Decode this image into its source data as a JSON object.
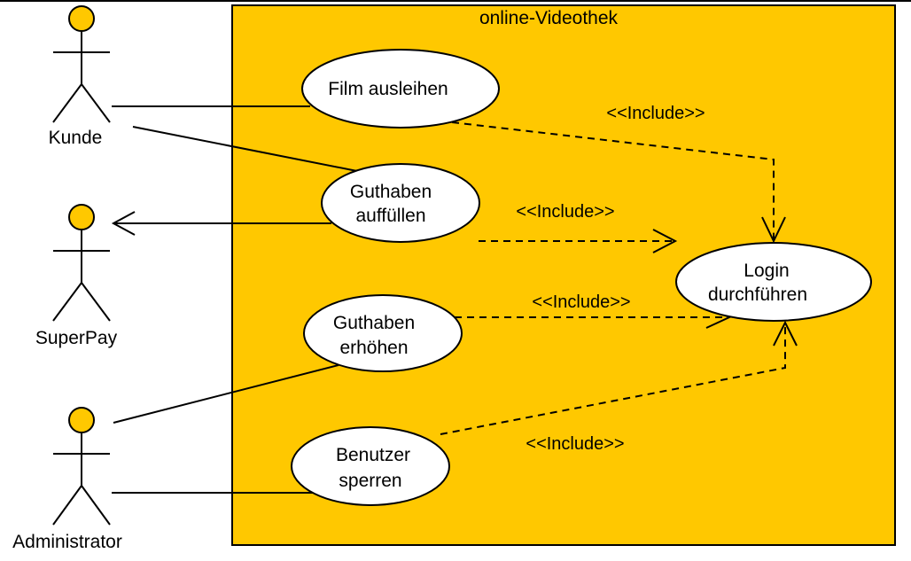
{
  "system": {
    "title": "online-Videothek"
  },
  "actors": {
    "kunde": "Kunde",
    "superpay": "SuperPay",
    "administrator": "Administrator"
  },
  "use_cases": {
    "film_ausleihen": [
      "Film ausleihen"
    ],
    "guthaben_auffuellen": [
      "Guthaben",
      "auffüllen"
    ],
    "login": [
      "Login",
      "durchführen"
    ],
    "guthaben_erhoehen": [
      "Guthaben",
      "erhöhen"
    ],
    "benutzer_sperren": [
      "Benutzer",
      "sperren"
    ]
  },
  "relationships": {
    "include_label": "<<Include>>"
  },
  "colors": {
    "system_fill": "#FFC800",
    "actor_head": "#FFC800",
    "use_case_fill": "#FFFFFF",
    "stroke": "#000000"
  }
}
